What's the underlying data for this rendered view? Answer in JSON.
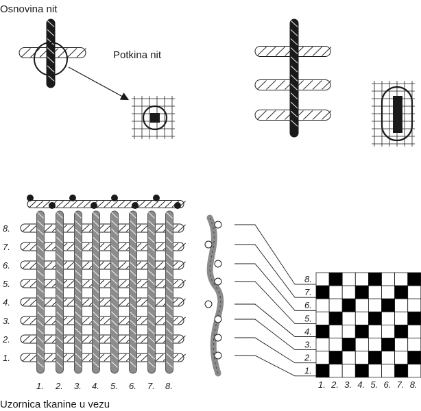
{
  "labels": {
    "warp_thread": "Osnovina nit",
    "weft_thread": "Potkina nit",
    "caption": "Uzornica tkanine u vezu"
  },
  "weave": {
    "rows": [
      "1.",
      "2.",
      "3.",
      "4.",
      "5.",
      "6.",
      "7.",
      "8."
    ],
    "cols": [
      "1.",
      "2.",
      "3.",
      "4.",
      "5.",
      "6.",
      "7.",
      "8."
    ],
    "pattern_top_to_bottom": [
      [
        0,
        1,
        0,
        0,
        1,
        0,
        0,
        1
      ],
      [
        1,
        0,
        0,
        1,
        0,
        0,
        1,
        0
      ],
      [
        0,
        0,
        1,
        0,
        0,
        1,
        0,
        0
      ],
      [
        0,
        1,
        0,
        0,
        1,
        0,
        0,
        1
      ],
      [
        1,
        0,
        0,
        1,
        0,
        0,
        1,
        0
      ],
      [
        0,
        0,
        1,
        0,
        0,
        1,
        0,
        0
      ],
      [
        0,
        1,
        0,
        0,
        1,
        0,
        0,
        1
      ],
      [
        1,
        0,
        0,
        1,
        0,
        0,
        1,
        0
      ]
    ]
  },
  "colors": {
    "ink": "#1a1a1a",
    "grey_thread": "#8c8c8c",
    "grid_fill": "#000000"
  }
}
